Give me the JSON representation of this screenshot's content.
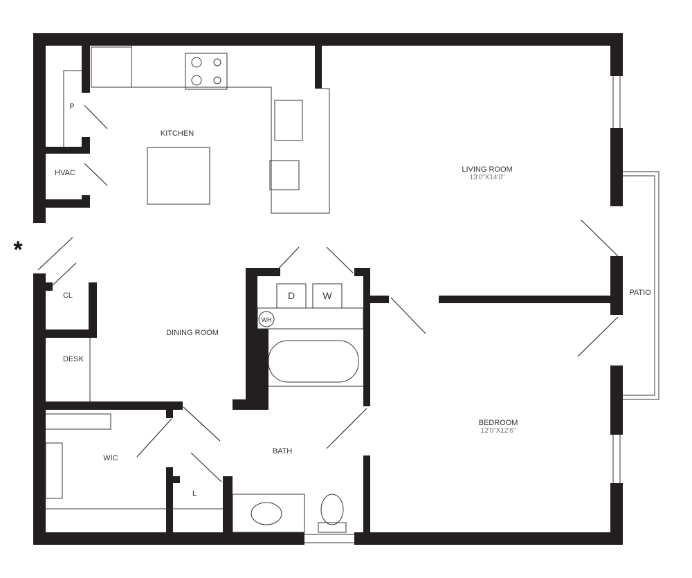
{
  "rooms": {
    "kitchen": "KITCHEN",
    "pantry": "P",
    "hvac": "HVAC",
    "living_room": "LIVING ROOM",
    "living_room_size": "13'0\"X14'0\"",
    "closet": "CL",
    "dining_room": "DINING ROOM",
    "desk": "DESK",
    "patio": "PATIO",
    "wic": "WIC",
    "bath": "BATH",
    "linen": "L",
    "bedroom": "BEDROOM",
    "bedroom_size": "12'0\"X12'6\""
  },
  "appliances": {
    "dryer": "D",
    "washer": "W",
    "water_heater": "WH"
  },
  "entry_marker": "*",
  "colors": {
    "wall": "#231f20",
    "line": "#333333"
  }
}
